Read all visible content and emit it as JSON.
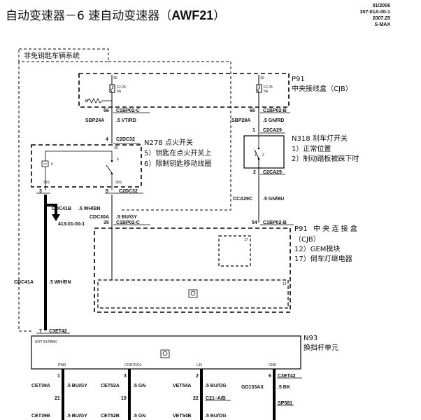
{
  "header": {
    "title_cn": "自动变速器－6 速自动变速器（",
    "title_model": "AWF21",
    "title_close": "）",
    "meta": [
      "01/2006",
      "307-01A-00-1",
      "2007.25",
      "S-MAX"
    ]
  },
  "diagram": {
    "keyless_box_label": "非免钥匙车辆系统",
    "cjb_top": {
      "ref": "P91",
      "name": "中央接线盒（CJB）",
      "fuse_left": {
        "id": "F2.24",
        "amp": "5A",
        "pin": "30"
      },
      "fuse_right": {
        "id": "F2.25",
        "amp": "5A",
        "pin": "30"
      }
    },
    "left_conn": {
      "pin": "56",
      "conn": "C1BP02-C",
      "wire": "SBP24A",
      "spec": ".5 VT/RD"
    },
    "right_conn": {
      "pin": "66",
      "conn": "C1BP02-B",
      "wire": "SBP28A",
      "spec": ".5 GN/RD"
    },
    "ign_switch": {
      "ref": "N278",
      "name": "点火开关",
      "note1": "5）钥匙在点火开关上",
      "note2": "6）限制钥匙移动线圈",
      "pin_top": "4",
      "conn_top": "C2DC32",
      "term_30": "30",
      "term_6": "6",
      "coil_6": "6",
      "term_31s": "31S",
      "term_30s": "30S",
      "pin_bl": "3",
      "pin_br": "5",
      "conn_bottom": "C2DC32"
    },
    "brake_switch": {
      "ref": "N318",
      "name": "刹车灯开关",
      "note1": "1）正常位置",
      "note2": "2）制动踏板被踩下时",
      "pin_top": "1",
      "conn_top": "C2CA29",
      "t1": "1",
      "t2": "2",
      "pin_bottom": "2",
      "conn_bottom": "C2CA29"
    },
    "cdc41b": {
      "wire": "CDC41B",
      "spec": ".5 WH/BN",
      "ref": "413-01-00-1"
    },
    "cdc30a": {
      "wire": "CDC30A",
      "spec": ".5 BU/GY",
      "pin": "35",
      "conn": "C1BP02-C"
    },
    "cca29c": {
      "wire": "CCA29C",
      "spec": ".5 GN/BU",
      "pin": "54",
      "conn": "C1BP02-B"
    },
    "cjb_lower": {
      "ref": "P91",
      "name": "中 央 连 接 盒",
      "name2": "（CJB）",
      "note1": "12）GEM模块",
      "note2": "17）倒车灯继电器",
      "n17": "17",
      "n12": "12"
    },
    "cdc41a": {
      "wire": "CDC41A",
      "spec": ".5 WH/BN"
    },
    "shifter": {
      "ref": "N93",
      "name": "换挡杆单元",
      "not_in_park": "NOT IN PARK",
      "pwr": "PWR",
      "control": "CONTROL",
      "lin": "LIN",
      "gnd": "GND",
      "pin7": "7",
      "conn_top": "C3ET42"
    },
    "bottom": {
      "p1": "1",
      "p3": "3",
      "p2": "2",
      "p6": "6",
      "w1": "CET39A",
      "s1": ".5 BU/GY",
      "w2": "CET52A",
      "s2": ".5 GN",
      "w3": "VET54A",
      "s3": ".5 BU/OG",
      "w4": "GD133AX",
      "s4": ".5 BK",
      "conn": "C3ET42",
      "p21": "21",
      "p19": "19",
      "p22": "22",
      "conn2": "C21–A/B",
      "splice": "SP581",
      "w1b": "CET39B",
      "s1b": ".5 BU/GY",
      "w2b": "CET52B",
      "s2b": ".5 GN",
      "w3b": "VET54B",
      "s3b": ".5 BU/OG"
    }
  }
}
